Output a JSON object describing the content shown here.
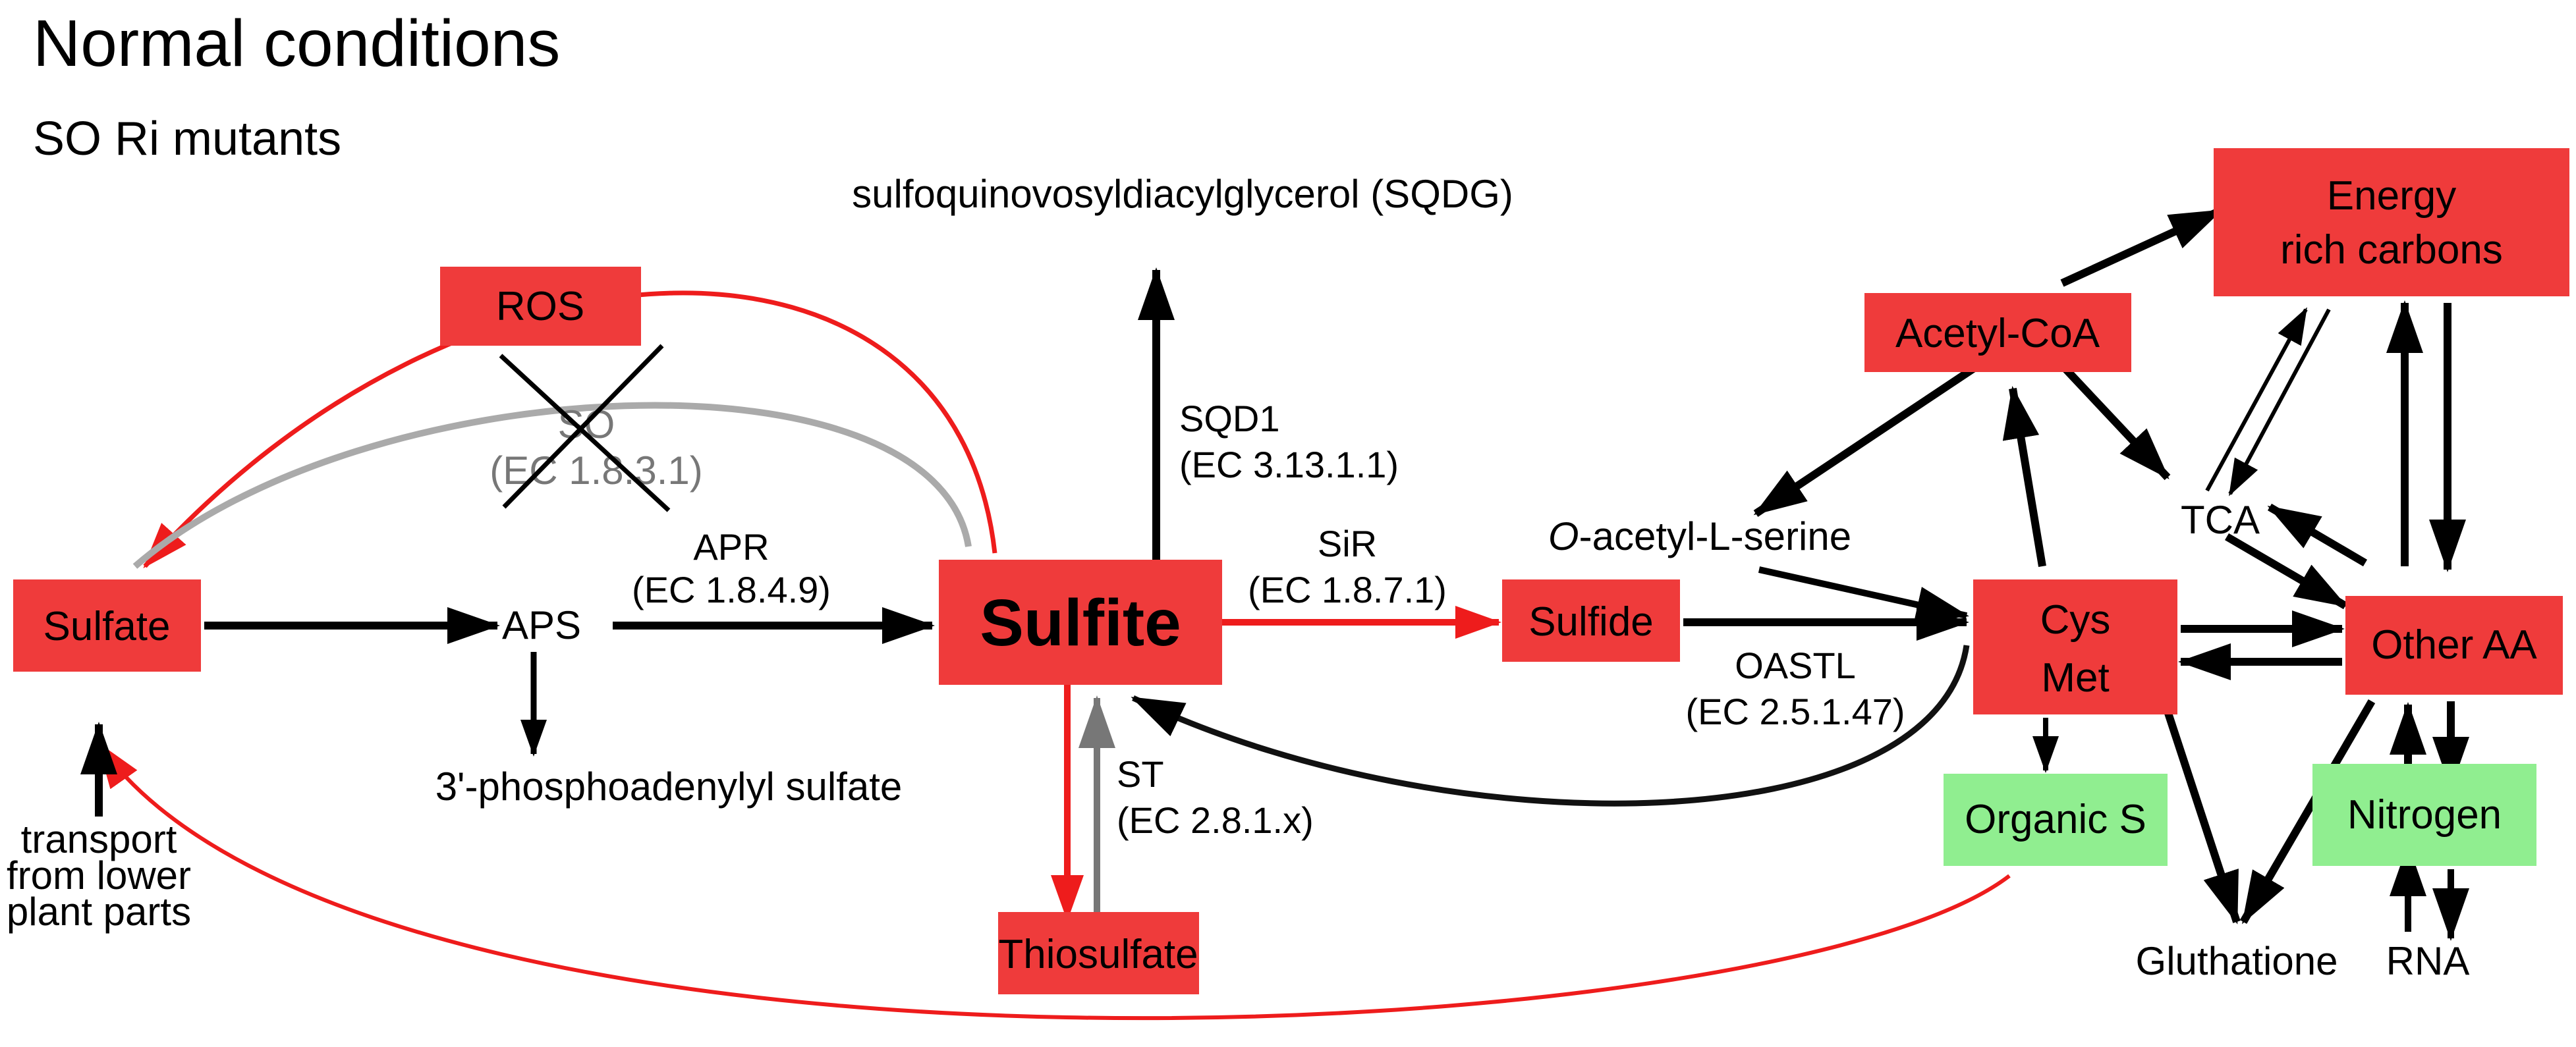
{
  "title": "Normal conditions",
  "subtitle": "SO Ri mutants",
  "colors": {
    "highlight": "#ef3b3b",
    "organic": "#90ee90",
    "arrow": "#000000",
    "red_arrow": "#ee1c1c",
    "grey_arrow": "#777777"
  },
  "nodes": {
    "sulfate": "Sulfate",
    "aps": "APS",
    "pap_sulfate": "3'-phosphoadenylyl sulfate",
    "sulfite": "Sulfite",
    "sulfide": "Sulfide",
    "thiosulfate": "Thiosulfate",
    "sqdg": "sulfoquinovosyldiacylglycerol (SQDG)",
    "ros": "ROS",
    "so": "SO",
    "so_ec": "(EC 1.8.3.1)",
    "oas_prefix": "O",
    "oas_rest": "-acetyl-L-serine",
    "cys": "Cys",
    "met": "Met",
    "acetyl_coa": "Acetyl-CoA",
    "energy_1": "Energy",
    "energy_2": "rich carbons",
    "tca": "TCA",
    "other_aa": "Other AA",
    "organic_s": "Organic S",
    "nitrogen": "Nitrogen",
    "gluthatione": "Gluthatione",
    "rna": "RNA",
    "transport_1": "transport",
    "transport_2": "from lower",
    "transport_3": "plant parts"
  },
  "enzymes": {
    "apr": "APR",
    "apr_ec": "(EC 1.8.4.9)",
    "sqd1": "SQD1",
    "sqd1_ec": "(EC 3.13.1.1)",
    "sir": "SiR",
    "sir_ec": "(EC 1.8.7.1)",
    "oastl": "OASTL",
    "oastl_ec": "(EC 2.5.1.47)",
    "st": "ST",
    "st_ec": "(EC 2.8.1.x)"
  }
}
